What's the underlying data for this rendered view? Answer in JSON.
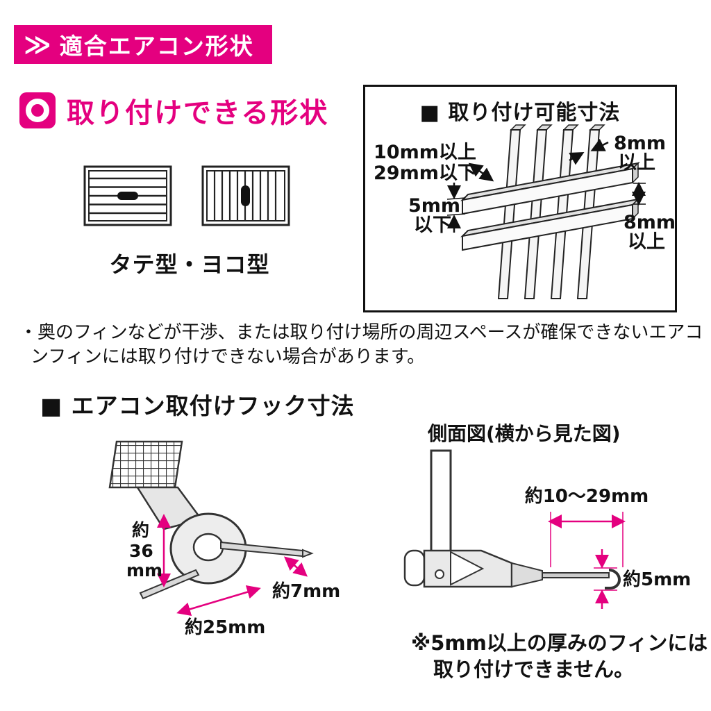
{
  "colors": {
    "magenta": "#e4007f",
    "ink": "#111111"
  },
  "banner": {
    "chevron": "≫",
    "title": "適合エアコン形状"
  },
  "attachable": {
    "title": "取り付けできる形状",
    "vent_label": "タテ型・ヨコ型"
  },
  "dims_box": {
    "title": "■ 取り付け可能寸法",
    "labels": {
      "depth_min": "10mm以上",
      "depth_max": "29mm以下",
      "fin_gap_top_1": "8mm",
      "fin_gap_top_2": "以上",
      "thickness_1": "5mm",
      "thickness_2": "以下",
      "slat_gap_1": "8mm",
      "slat_gap_2": "以上"
    }
  },
  "note": {
    "line1": "・奥のフィンなどが干渉、または取り付け場所の周辺スペースが確保できないエアコ",
    "line2": "ンフィンには取り付けできない場合があります。"
  },
  "hook_section": {
    "title": "■ エアコン取付けフック寸法",
    "dim_height_1": "約",
    "dim_height_2": "36",
    "dim_height_3": "mm",
    "dim_tip": "約7mm",
    "dim_length": "約25mm"
  },
  "side_view": {
    "title": "側面図(横から見た図)",
    "dim_depth": "約10〜29mm",
    "dim_hook": "約5mm",
    "note_line1": "※5mm以上の厚みのフィンには",
    "note_line2": "取り付けできません。"
  }
}
